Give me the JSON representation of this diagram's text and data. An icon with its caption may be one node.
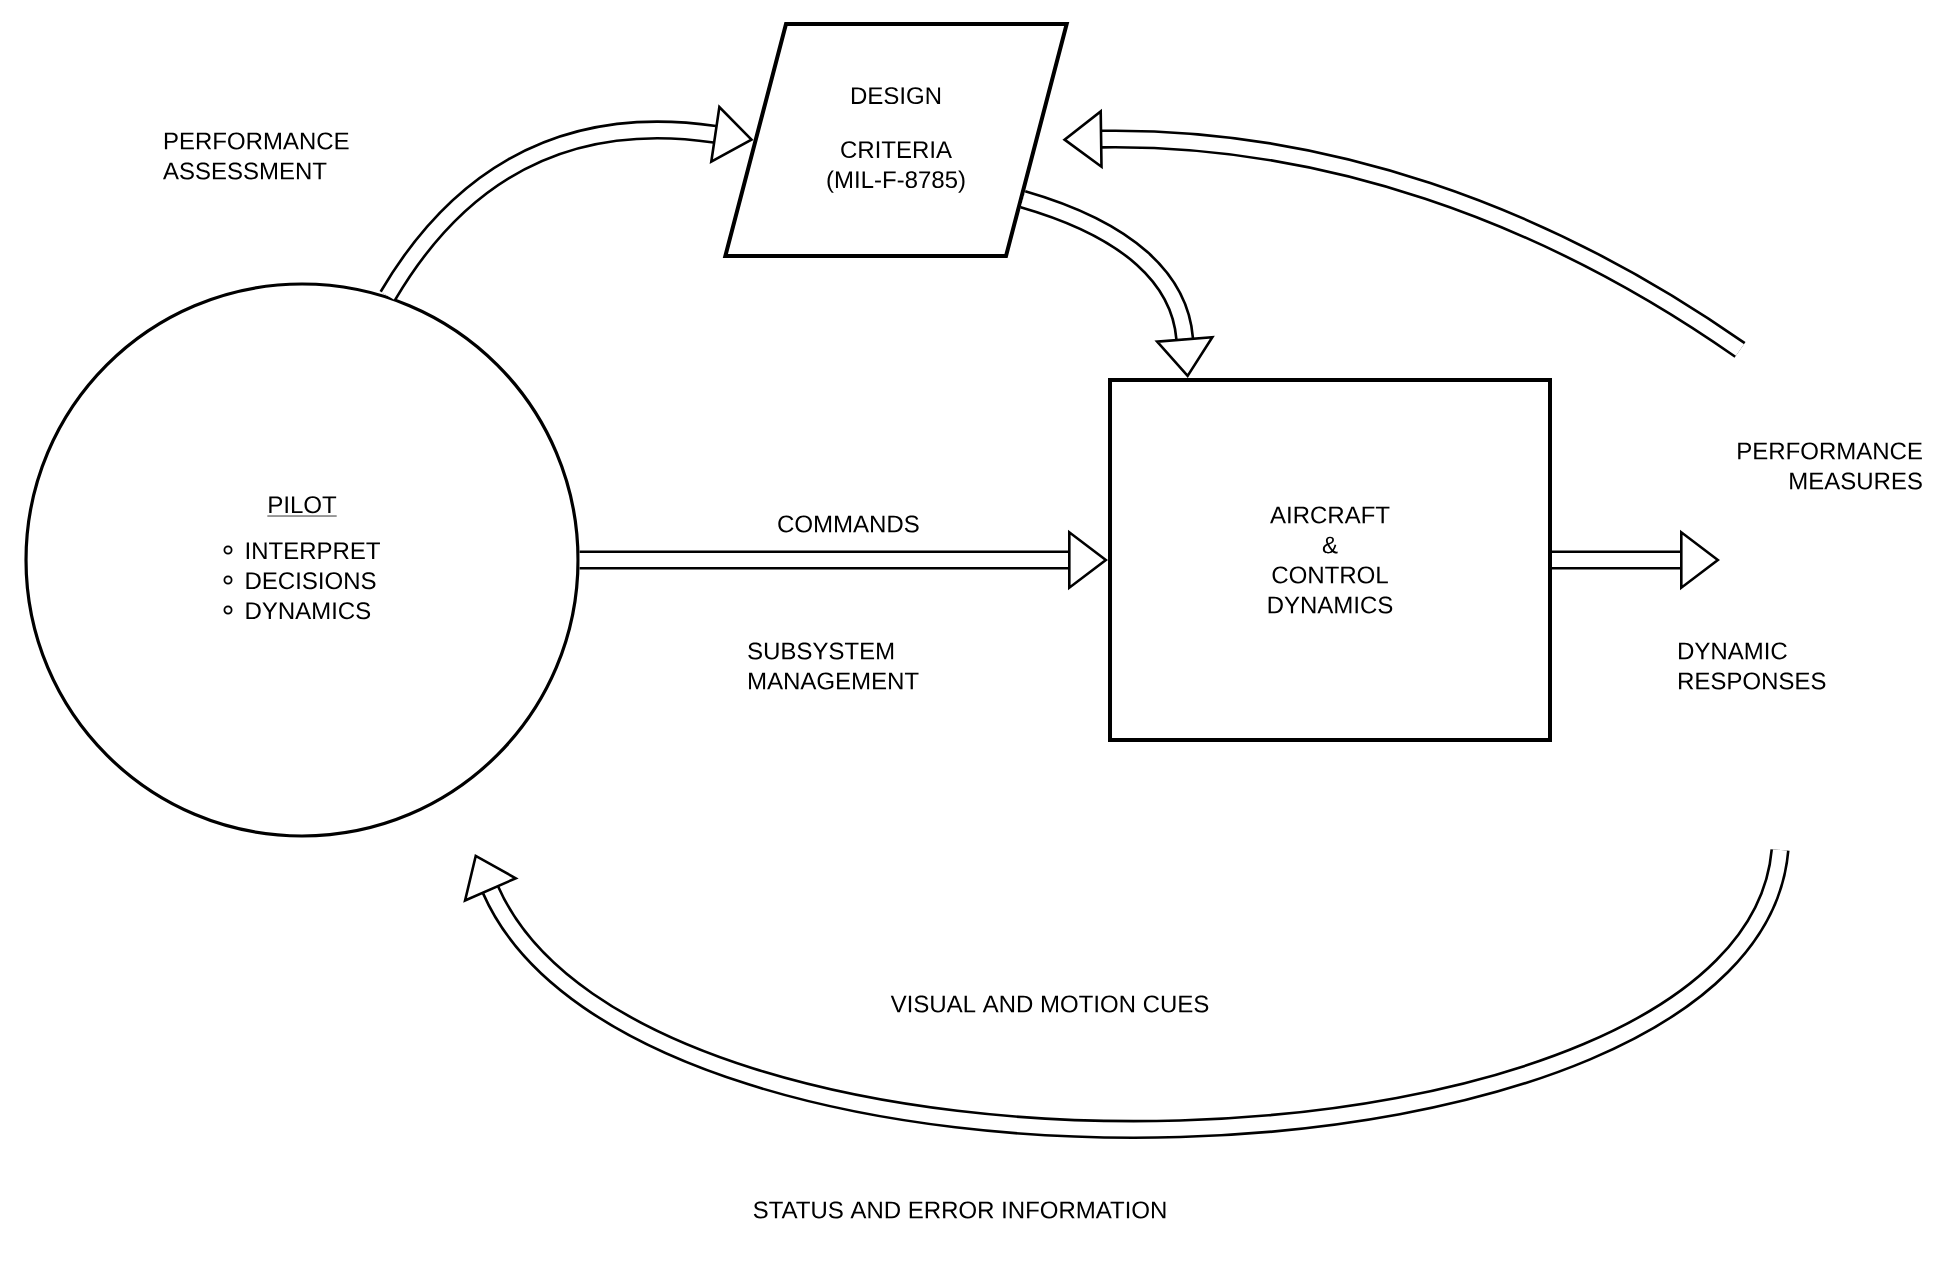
{
  "diagram": {
    "nodes": [
      {
        "text": [
          "PILOT",
          "INTERPRET",
          "DECISIONS",
          "DYNAMICS"
        ]
      },
      {
        "text": [
          "DESIGN",
          "CRITERIA (MIL-F-8785)"
        ]
      },
      {
        "text": [
          "AIRCRAFT & CONTROL DYNAMICS"
        ]
      }
    ],
    "edges": [
      {
        "from": 0,
        "to": 1,
        "arrow": "to",
        "label": "PERFORMANCE ASSESSMENT"
      },
      {
        "from": 1,
        "to": 2,
        "arrow": "to"
      },
      {
        "from": 0,
        "to": 2,
        "arrow": "to",
        "label": "COMMANDS"
      },
      {
        "from": 2,
        "to": null,
        "arrow": "to",
        "label": "PERFORMANCE MEASURES"
      },
      {
        "from": null,
        "to": 1,
        "arrow": "to"
      },
      {
        "from": null,
        "to": 0,
        "arrow": "to",
        "label": "VISUAL AND MOTION CUES"
      }
    ],
    "labels": [
      "SUBSYSTEM MANAGEMENT",
      "DYNAMIC RESPONSES",
      "STATUS AND ERROR INFORMATION"
    ]
  }
}
